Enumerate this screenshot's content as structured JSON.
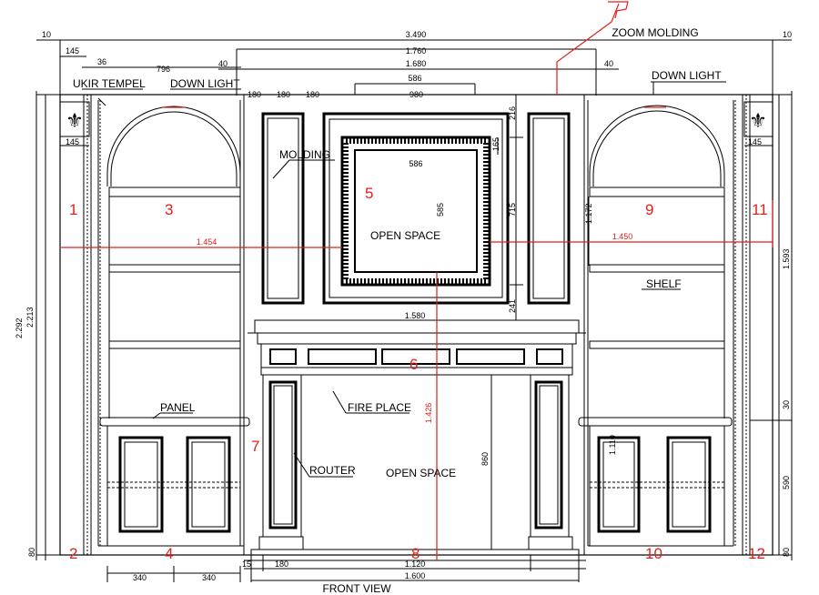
{
  "view_title": "FRONT VIEW",
  "labels": {
    "zoom_molding": "ZOOM MOLDING",
    "ukir_tempel": "UKIR TEMPEL",
    "down_light_left": "DOWN LIGHT",
    "down_light_right": "DOWN LIGHT",
    "molding": "MOLDING",
    "open_space_top": "OPEN SPACE",
    "shelf": "SHELF",
    "panel": "PANEL",
    "fire_place": "FIRE PLACE",
    "router": "ROUTER",
    "open_space_bottom": "OPEN SPACE"
  },
  "dimensions": {
    "d_10_left": "10",
    "d_3490": "3.490",
    "d_10_right": "10",
    "d_145_top": "145",
    "d_36": "36",
    "d_796": "796",
    "d_40_left": "40",
    "d_1760": "1.760",
    "d_1680": "1.680",
    "d_40_right": "40",
    "d_586_top": "586",
    "d_180_a": "180",
    "d_180_b": "180",
    "d_180_c": "180",
    "d_980": "980",
    "d_216": "216",
    "d_145_left": "145",
    "d_145_right": "145",
    "d_165": "165",
    "d_586_inner": "586",
    "d_585": "585",
    "d_715": "715",
    "d_241": "241",
    "d_1580": "1.580",
    "d_860": "860",
    "d_1120": "1.120",
    "d_1600": "1.600",
    "d_180_bottom": "180",
    "d_15": "15",
    "d_340_a": "340",
    "d_340_b": "340",
    "d_80_left": "80",
    "d_80_right": "80",
    "d_2292": "2.292",
    "d_2213": "2.213",
    "d_1593": "1.593",
    "d_30": "30",
    "d_590": "590",
    "d_1172": "1.172",
    "d_1110": "1.110",
    "red_1454": "1.454",
    "red_1450": "1.450",
    "red_1426": "1.426"
  },
  "section_numbers": [
    "1",
    "2",
    "3",
    "4",
    "5",
    "6",
    "7",
    "8",
    "9",
    "10",
    "11",
    "12"
  ],
  "colors": {
    "line": "#000000",
    "annotation_red": "#e0201c",
    "background": "#ffffff"
  }
}
